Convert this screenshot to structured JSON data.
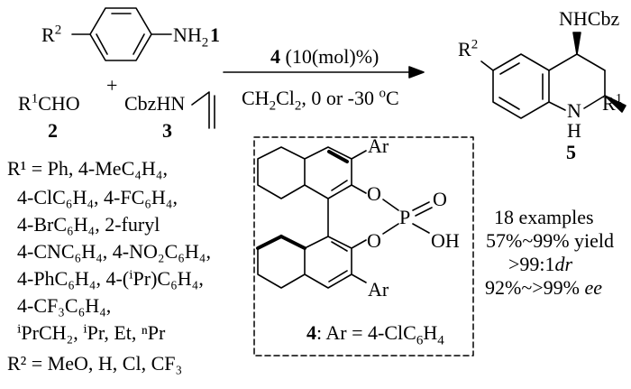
{
  "compounds": {
    "amine": {
      "r": "R",
      "r_sup": "2",
      "nh": "NH",
      "nh_sub": "2",
      "num": "1"
    },
    "aldehyde": {
      "r": "R",
      "r_sup": "1",
      "cho": "CHO",
      "num": "2"
    },
    "carbamate": {
      "text": "CbzHN",
      "num": "3"
    },
    "plus": "+",
    "product": {
      "nhcbz": "NHCbz",
      "r2": "R",
      "r2_sup": "2",
      "n": "N",
      "h": "H",
      "r1": "R",
      "r1_sup": "1",
      "num": "5"
    }
  },
  "conditions": {
    "catalyst_num": "4",
    "loading": "(10(mol)%)",
    "solvent_ch": "CH",
    "solvent_sub1": "2",
    "solvent_cl": "Cl",
    "solvent_sub2": "2",
    "temp": ", 0 or -30 ",
    "deg": "o",
    "unit": "C"
  },
  "catalyst": {
    "ar": "Ar",
    "o": "O",
    "p": "P",
    "oh": "OH",
    "label_num": "4",
    "label_text": ": Ar = 4-ClC",
    "label_sub1": "6",
    "label_h": "H",
    "label_sub2": "4"
  },
  "scope_r1": [
    "R¹ = Ph, 4-MeC₄H₄,",
    "4-ClC₆H₄,  4-FC₆H₄,",
    "4-BrC₆H₄, 2-furyl",
    "4-CNC₆H₄, 4-NO₂C₆H₄,",
    "4-PhC₆H₄, 4-(ⁱPr)C₆H₄,",
    "4-CF₃C₆H₄,",
    "ⁱPrCH₂, ⁱPr, Et, ⁿPr",
    "R² = MeO, H, Cl, CF₃"
  ],
  "results": {
    "examples": "18  examples",
    "yield": "57%~99% yield",
    "dr_prefix": ">99:1",
    "dr_italic": "dr",
    "ee_prefix": "92%~>99% ",
    "ee_italic": "ee"
  }
}
